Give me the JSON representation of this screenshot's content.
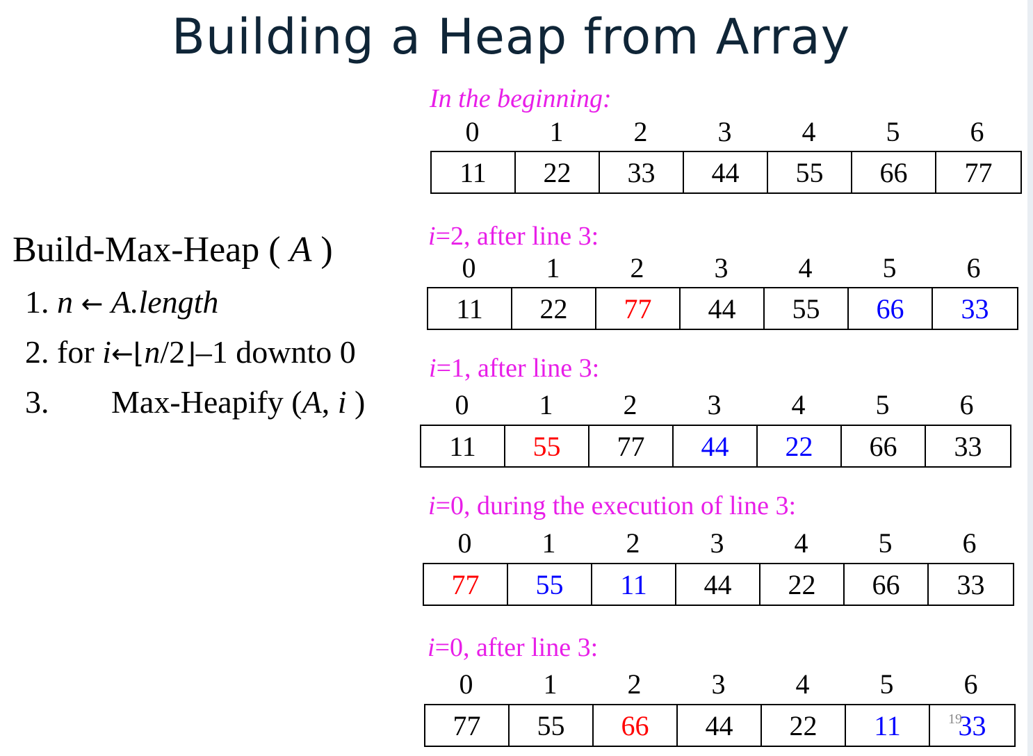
{
  "title": "Building a Heap from Array",
  "algorithm": {
    "name": "Build-Max-Heap",
    "param": "A",
    "lines": [
      {
        "num": "1.",
        "var": "n",
        "arrow": "←",
        "expr": "A.length"
      },
      {
        "num": "2.",
        "kw": "for",
        "var": "i",
        "arrow": "←",
        "floor_l": "⌊",
        "floor_expr": "n",
        "floor_div": "/2",
        "floor_r": "⌋",
        "rest": "–1 downto 0"
      },
      {
        "num": "3.",
        "call": "Max-Heapify",
        "args_a": "A",
        "args_i": "i"
      }
    ]
  },
  "indices": [
    "0",
    "1",
    "2",
    "3",
    "4",
    "5",
    "6"
  ],
  "steps": [
    {
      "label_var": "",
      "label": "In the beginning:",
      "italic": true,
      "values": [
        "11",
        "22",
        "33",
        "44",
        "55",
        "66",
        "77"
      ],
      "colors": [
        "black",
        "black",
        "black",
        "black",
        "black",
        "black",
        "black"
      ]
    },
    {
      "label_var": "i",
      "label": "=2, after line 3:",
      "italic": false,
      "values": [
        "11",
        "22",
        "77",
        "44",
        "55",
        "66",
        "33"
      ],
      "colors": [
        "black",
        "black",
        "red",
        "black",
        "black",
        "blue",
        "blue"
      ]
    },
    {
      "label_var": "i",
      "label": "=1, after line 3:",
      "italic": false,
      "values": [
        "11",
        "55",
        "77",
        "44",
        "22",
        "66",
        "33"
      ],
      "colors": [
        "black",
        "red",
        "black",
        "blue",
        "blue",
        "black",
        "black"
      ]
    },
    {
      "label_var": "i",
      "label": "=0, during the execution of line 3:",
      "italic": false,
      "values": [
        "77",
        "55",
        "11",
        "44",
        "22",
        "66",
        "33"
      ],
      "colors": [
        "red",
        "blue",
        "blue",
        "black",
        "black",
        "black",
        "black"
      ]
    },
    {
      "label_var": "i",
      "label": "=0, after line 3:",
      "italic": false,
      "values": [
        "77",
        "55",
        "66",
        "44",
        "22",
        "11",
        "33"
      ],
      "colors": [
        "black",
        "black",
        "red",
        "black",
        "black",
        "blue",
        "blue"
      ]
    }
  ],
  "page_number": "19"
}
